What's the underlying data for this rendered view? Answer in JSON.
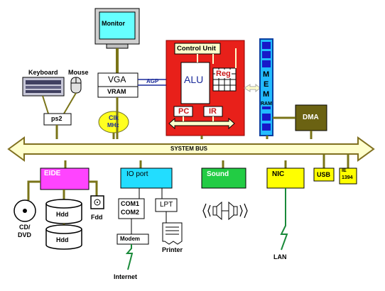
{
  "monitor": {
    "label": "Monitor"
  },
  "keyboard": {
    "label": "Keyboard"
  },
  "mouse": {
    "label": "Mouse"
  },
  "vga": {
    "label": "VGA",
    "vram": "VRAM"
  },
  "agp": {
    "label": "AGP"
  },
  "cpu": {
    "control_unit": "Control Unit",
    "alu": "ALU",
    "reg": "Reg",
    "pc": "PC",
    "ir": "IR"
  },
  "memory": {
    "letters": [
      "M",
      "E",
      "M"
    ],
    "ram": "RAM"
  },
  "dma": {
    "label": "DMA"
  },
  "ps2": {
    "label": "ps2"
  },
  "clock": {
    "line1": "Clk",
    "line2": "MHz"
  },
  "system_bus": {
    "label": "SYSTEM BUS"
  },
  "eide": {
    "label": "EIDE",
    "cd": [
      "CD/",
      "DVD"
    ],
    "hdd": "Hdd",
    "fdd": "Fdd"
  },
  "io_port": {
    "label": "IO port",
    "com1": "COM1",
    "com2": "COM2",
    "lpt": "LPT",
    "modem": "Modem",
    "printer": "Printer",
    "internet": "Internet"
  },
  "sound": {
    "label": "Sound"
  },
  "nic": {
    "label": "NIC",
    "lan": "LAN"
  },
  "usb": {
    "label": "USB"
  },
  "ieee": {
    "line1": "IE",
    "line2": "1394"
  },
  "colors": {
    "cpu_red": "#e8201a",
    "bus_fill": "#ffffcc",
    "bus_stroke": "#807020",
    "link_olive": "#7a7418",
    "eide": "#ff44ff",
    "io": "#22ddff",
    "sound": "#22cc44",
    "nic": "#ffff00",
    "usb": "#ffff00",
    "ieee": "#ffff00",
    "mem_blue": "#1818c8",
    "mem_cyan": "#22bbff",
    "dma": "#6b6212",
    "clk": "#ffff20",
    "agp_blue": "#1a2a9a"
  }
}
